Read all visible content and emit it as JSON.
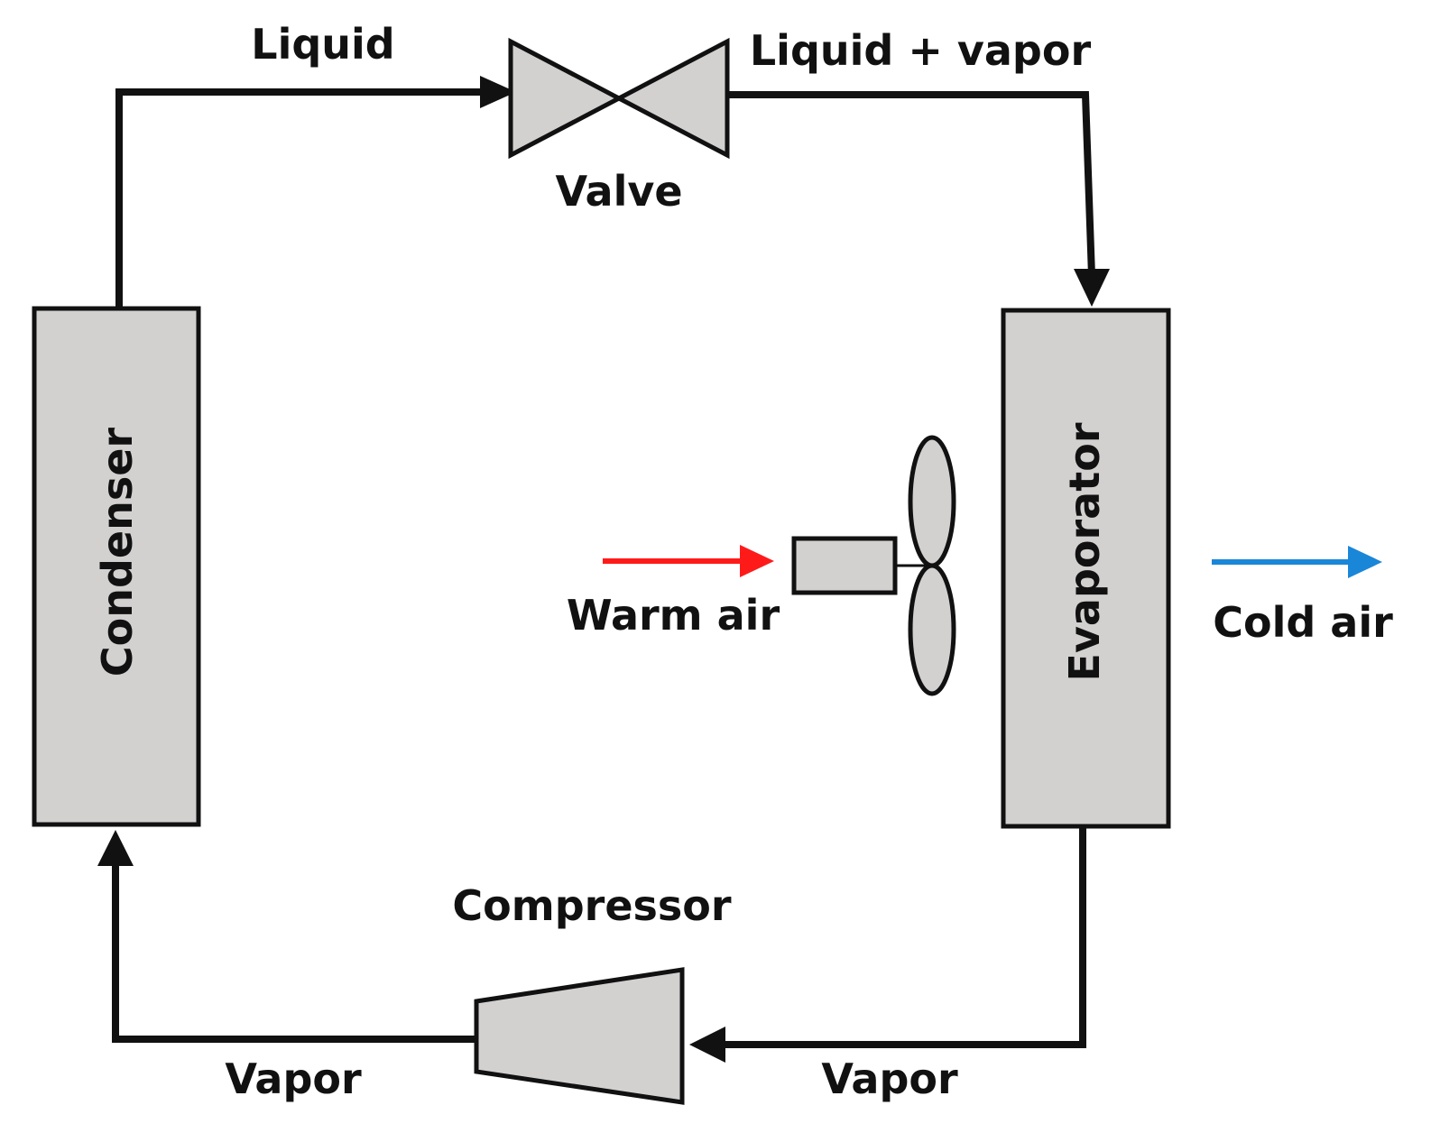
{
  "diagram": {
    "colors": {
      "component_fill": "#d3d0d0",
      "line": "#111111",
      "warm_air": "#ff1a1a",
      "cold_air": "#1a86d8"
    },
    "components": {
      "condenser": "Condenser",
      "evaporator": "Evaporator",
      "valve": "Valve",
      "compressor": "Compressor"
    },
    "flows": {
      "top_left": "Liquid",
      "top_right": "Liquid + vapor",
      "bottom_left": "Vapor",
      "bottom_right": "Vapor"
    },
    "air": {
      "warm": "Warm air",
      "cold": "Cold air"
    },
    "icons": {
      "fan": "fan-icon",
      "fan_motor": "fan-motor-icon"
    }
  }
}
